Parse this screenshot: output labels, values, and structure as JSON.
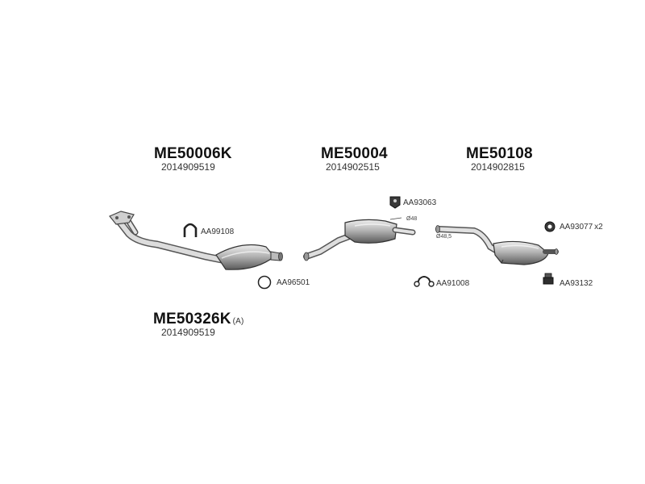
{
  "parts": {
    "front_cat": {
      "number": "ME50006K",
      "ref": "2014909519"
    },
    "middle": {
      "number": "ME50004",
      "ref": "2014902515"
    },
    "rear": {
      "number": "ME50108",
      "ref": "2014902815"
    },
    "kit": {
      "number": "ME50326K",
      "suffix": "(A)",
      "ref": "2014909519"
    }
  },
  "accessories": {
    "clamp": "AA99108",
    "ring": "AA96501",
    "rubber_mount": "AA93063",
    "hanger": "AA91008",
    "rubber_ring": "AA93077",
    "rubber_ring_qty": "x2",
    "bracket": "AA93132"
  },
  "dimensions": {
    "middle_outlet": "Ø48",
    "rear_inlet": "Ø48,5"
  }
}
